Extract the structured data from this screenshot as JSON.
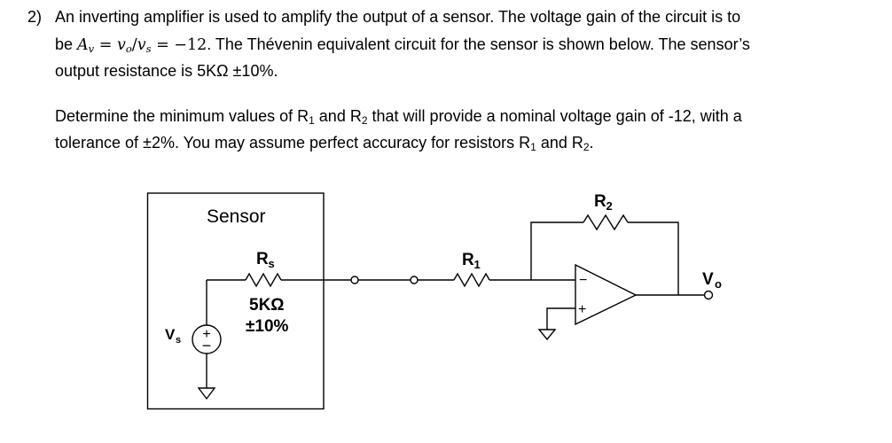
{
  "problem": {
    "number": "2)",
    "paragraphs": [
      {
        "lines": [
          [
            {
              "v": "An inverting amplifier is used to amplify the output of a sensor. The voltage gain of the circuit is to"
            }
          ],
          [
            {
              "v": "be "
            },
            {
              "v": "A",
              "s": "mi"
            },
            {
              "v": "v",
              "s": "msub"
            },
            {
              "v": " = ",
              "s": "m"
            },
            {
              "v": "v",
              "s": "mi"
            },
            {
              "v": "o",
              "s": "msub"
            },
            {
              "v": "/",
              "s": "m"
            },
            {
              "v": "v",
              "s": "mi"
            },
            {
              "v": "s",
              "s": "msub"
            },
            {
              "v": " = −12",
              "s": "m"
            },
            {
              "v": ". The Thévenin equivalent circuit for the sensor is shown below. The sensor’s"
            }
          ],
          [
            {
              "v": "output resistance is 5KΩ ±10%."
            }
          ]
        ]
      },
      {
        "lines": [
          [
            {
              "v": "Determine the minimum values of R"
            },
            {
              "v": "1",
              "s": "sub"
            },
            {
              "v": " and R"
            },
            {
              "v": "2",
              "s": "sub"
            },
            {
              "v": " that will provide a nominal voltage gain of -12, with a"
            }
          ],
          [
            {
              "v": "tolerance of ±2%. You may assume perfect accuracy for resistors R"
            },
            {
              "v": "1",
              "s": "sub"
            },
            {
              "v": " and R"
            },
            {
              "v": "2",
              "s": "sub"
            },
            {
              "v": "."
            }
          ]
        ]
      }
    ]
  },
  "circuit": {
    "sensor_label": "Sensor",
    "rs_label": {
      "base": "R",
      "sub": "s"
    },
    "rs_value": "5KΩ",
    "rs_tolerance": "±10%",
    "vs_label": {
      "base": "V",
      "sub": "s"
    },
    "source_plus": "+",
    "source_minus": "−",
    "r1_label": {
      "base": "R",
      "sub": "1"
    },
    "r2_label": {
      "base": "R",
      "sub": "2"
    },
    "opamp_minus": "−",
    "opamp_plus": "+",
    "vo_label": {
      "base": "V",
      "sub": "o"
    }
  },
  "colors": {
    "ink": "#000000",
    "background": "#ffffff"
  }
}
